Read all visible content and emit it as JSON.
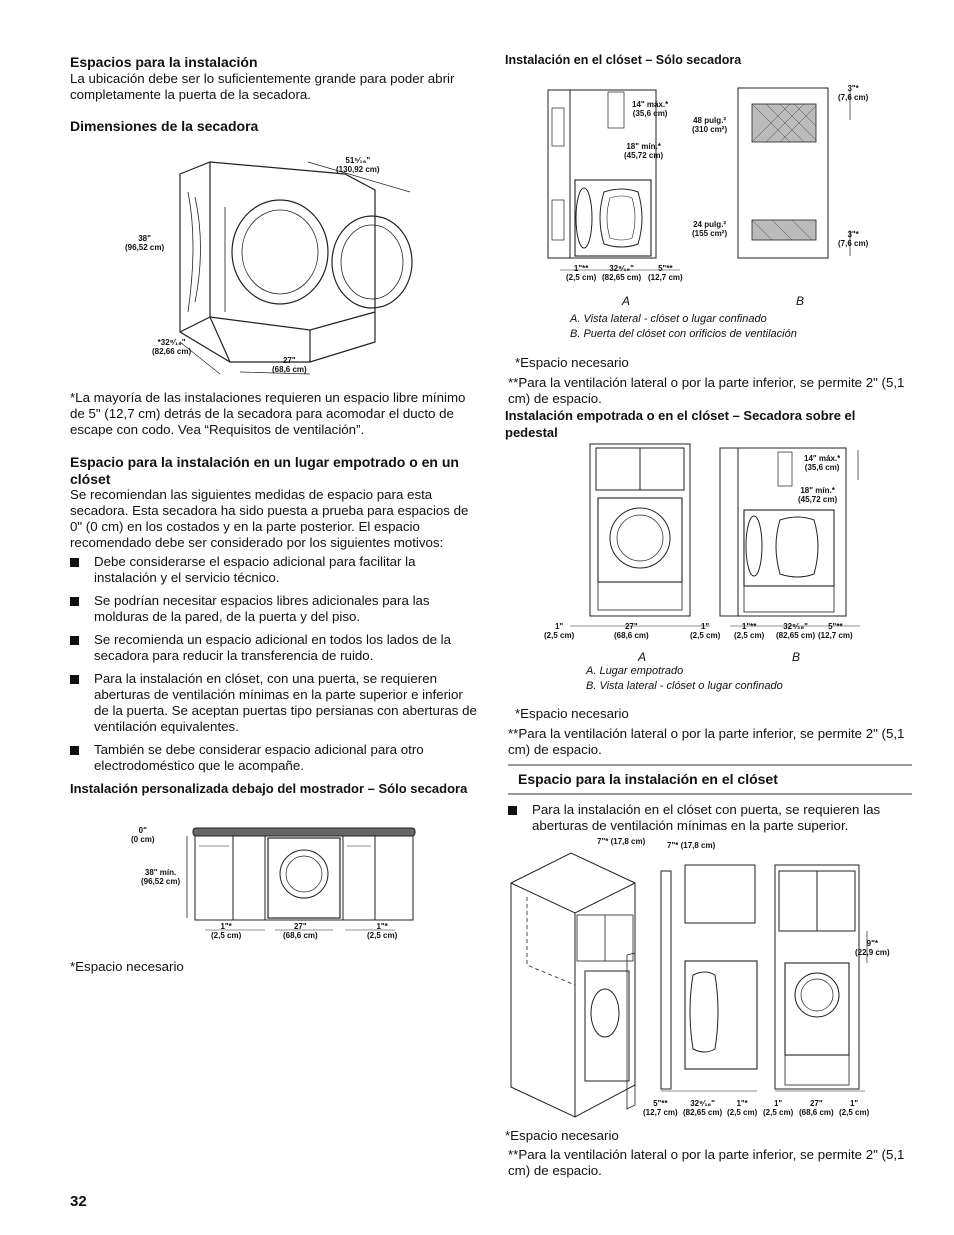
{
  "left": {
    "h_espacios": "Espacios para la instalación",
    "p_espacios": "La ubicación debe ser lo suficientemente grande para poder abrir completamente la puerta de la secadora.",
    "h_dimensiones": "Dimensiones de la secadora",
    "dim_width_depth": "51⁵⁄₁₆\"",
    "dim_width_depth_cm": "(130,92 cm)",
    "dim_height": "38\"",
    "dim_height_cm": "(96,52 cm)",
    "dim_depth": "*32⁹⁄₁₆\"",
    "dim_depth_cm": "(82,66 cm)",
    "dim_width": "27\"",
    "dim_width_cm": "(68,6 cm)",
    "note_rear": "*La mayoría de las instalaciones requieren un espacio libre mínimo de 5\" (12,7 cm) detrás de la secadora para acomodar el ducto de escape con codo. Vea “Requisitos de ventilación”.",
    "h_empotrado": "Espacio para la instalación en un lugar empotrado o en un clóset",
    "p_empotrado": "Se recomiendan las siguientes medidas de espacio para esta secadora. Esta secadora ha sido puesta a prueba para espacios de 0\" (0 cm) en los costados y en la parte posterior. El espacio recomendado debe ser considerado por los siguientes motivos:",
    "bullets": [
      "Debe considerarse el espacio adicional para facilitar la instalación y el servicio técnico.",
      "Se podrían necesitar espacios libres adicionales para las molduras de la pared, de la puerta y del piso.",
      "Se recomienda un espacio adicional en todos los lados de la secadora para reducir la transferencia de ruido.",
      "Para la instalación en clóset, con una puerta, se requieren aberturas de ventilación mínimas en la parte superior e inferior de la puerta. Se aceptan puertas tipo persianas con aberturas de ventilación equivalentes.",
      "También se debe considerar espacio adicional para otro electrodoméstico que le acompañe."
    ],
    "h_mostrador": "Instalación personalizada debajo del mostrador – Sólo secadora",
    "counter": {
      "top": "0\"",
      "top_cm": "(0 cm)",
      "height": "38\" mín.",
      "height_cm": "(96,52 cm)",
      "side_l": "1\"*",
      "side_l_cm": "(2,5 cm)",
      "width": "27\"",
      "width_cm": "(68,6 cm)",
      "side_r": "1\"*",
      "side_r_cm": "(2,5 cm)"
    },
    "note_req": "*Espacio necesario",
    "page_number": "32"
  },
  "right": {
    "h_closet_solo": "Instalación en el clóset – Sólo secadora",
    "closet1": {
      "top_clear": "14\" máx.*",
      "top_clear_cm": "(35,6 cm)",
      "min": "18\" mín.*",
      "min_cm": "(45,72 cm)",
      "left": "1\"**",
      "left_cm": "(2,5 cm)",
      "depth": "32⁹⁄₁₆\"",
      "depth_cm": "(82,65 cm)",
      "rear": "5\"**",
      "rear_cm": "(12,7 cm)",
      "vent_top": "48 pulg.²",
      "vent_top_cm": "(310 cm²)",
      "vent_bot": "24 pulg.²",
      "vent_bot_cm": "(155 cm²)",
      "gap_top": "3\"*",
      "gap_top_cm": "(7,6 cm)",
      "gap_bot": "3\"*",
      "gap_bot_cm": "(7,6 cm)",
      "label_a": "A",
      "label_b": "B",
      "cap_a": "A. Vista lateral - clóset o lugar confinado",
      "cap_b": "B. Puerta del clóset con orificios de ventilación"
    },
    "note_req1": "*Espacio necesario",
    "note_vent1": "**Para la ventilación lateral o por la parte inferior, se permite 2\" (5,1 cm) de espacio.",
    "h_pedestal": "Instalación empotrada o en el clóset – Secadora sobre el pedestal",
    "closet2": {
      "left": "1\"",
      "left_cm": "(2,5 cm)",
      "width": "27\"",
      "width_cm": "(68,6 cm)",
      "right": "1\"",
      "right_cm": "(2,5 cm)",
      "b_left": "1\"**",
      "b_left_cm": "(2,5 cm)",
      "b_depth": "32⁹⁄₁₆\"",
      "b_depth_cm": "(82,65 cm)",
      "b_rear": "5\"**",
      "b_rear_cm": "(12,7 cm)",
      "top_clear": "14\" máx.*",
      "top_clear_cm": "(35,6 cm)",
      "min": "18\" mín.*",
      "min_cm": "(45,72 cm)",
      "label_a": "A",
      "label_b": "B",
      "cap_a": "A. Lugar empotrado",
      "cap_b": "B. Vista lateral - clóset o lugar confinado"
    },
    "note_req2": "*Espacio necesario",
    "note_vent2": "**Para la ventilación lateral o por la parte inferior, se permite 2\" (5,1 cm) de espacio.",
    "h_closet": "Espacio para la instalación en el clóset",
    "bullet_closet": "Para la instalación en el clóset con puerta, se requieren las aberturas de ventilación mínimas en la parte superior.",
    "closet3": {
      "top1": "7\"* (17,8 cm)",
      "top2": "7\"* (17,8 cm)",
      "rear": "5\"**",
      "rear_cm": "(12,7 cm)",
      "depth": "32⁹⁄₁₆\"",
      "depth_cm": "(82,65 cm)",
      "side": "1\"*",
      "side_cm": "(2,5 cm)",
      "gap": "9\"*",
      "gap_cm": "(22,9 cm)",
      "f_left": "1\"",
      "f_left_cm": "(2,5 cm)",
      "f_width": "27\"",
      "f_width_cm": "(68,6 cm)",
      "f_right": "1\"",
      "f_right_cm": "(2,5 cm)"
    },
    "note_req3": "*Espacio necesario",
    "note_vent3": "**Para la ventilación lateral o por la parte inferior, se permite 2\" (5,1 cm) de espacio."
  }
}
